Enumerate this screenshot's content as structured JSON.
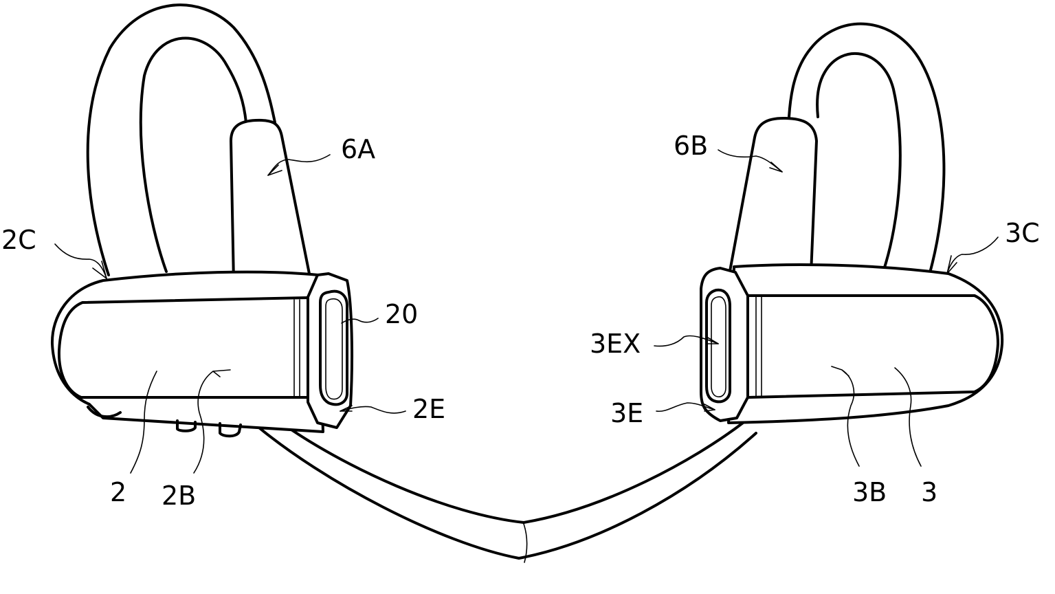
{
  "figure": {
    "type": "patent line drawing",
    "subject": "ear-hook headphone device (front view)",
    "line_color": "#000000",
    "background_color": "#ffffff"
  },
  "labels": {
    "l_6A": "6A",
    "l_6B": "6B",
    "l_2C": "2C",
    "l_3C": "3C",
    "l_20": "20",
    "l_3EX": "3EX",
    "l_2E": "2E",
    "l_3E": "3E",
    "l_2": "2",
    "l_2B": "2B",
    "l_3B": "3B",
    "l_3": "3"
  },
  "parts": [
    {
      "ref": "2",
      "role": "left housing"
    },
    {
      "ref": "2B",
      "role": "left housing side face"
    },
    {
      "ref": "2C",
      "role": "left housing upper edge"
    },
    {
      "ref": "2E",
      "role": "left end cap"
    },
    {
      "ref": "20",
      "role": "left end opening"
    },
    {
      "ref": "3",
      "role": "right housing"
    },
    {
      "ref": "3B",
      "role": "right housing side face"
    },
    {
      "ref": "3C",
      "role": "right housing upper edge"
    },
    {
      "ref": "3E",
      "role": "right end cap"
    },
    {
      "ref": "3EX",
      "role": "right end opening"
    },
    {
      "ref": "6A",
      "role": "left ear hook"
    },
    {
      "ref": "6B",
      "role": "right ear hook"
    }
  ]
}
